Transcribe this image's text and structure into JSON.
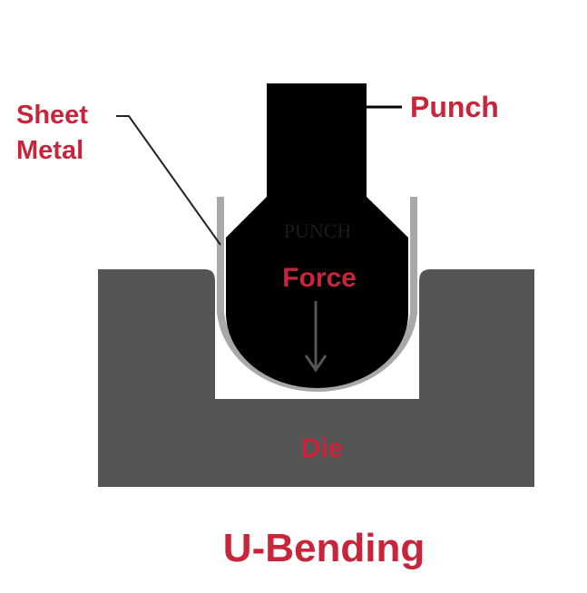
{
  "labels": {
    "sheet_metal_line1": "Sheet",
    "sheet_metal_line2": "Metal",
    "punch": "Punch",
    "punch_inner": "PUNCH",
    "force": "Force",
    "die": "Die",
    "title": "U-Bending"
  },
  "colors": {
    "label_red": "#c8243a",
    "punch": "#000000",
    "die": "#555555",
    "sheet": "#a8a8a8"
  }
}
